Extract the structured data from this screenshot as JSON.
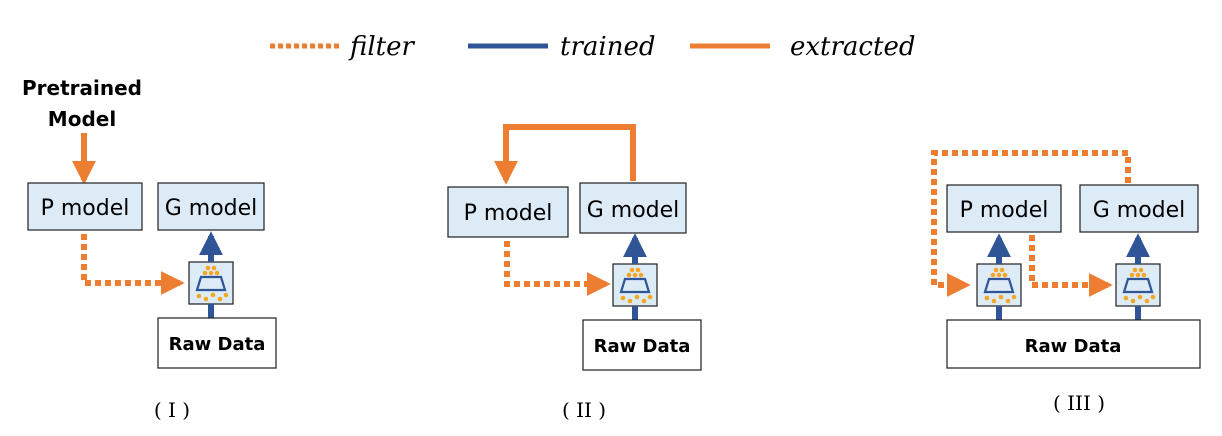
{
  "legend": {
    "filter_label": "filter",
    "trained_label": "trained",
    "extracted_label": "extracted"
  },
  "colors": {
    "orange": "#ED7D31",
    "blue": "#2F5597",
    "box_fill": "#DDEBF7",
    "box_stroke": "#1F1F1F",
    "dot": "#F5A623"
  },
  "panels": [
    {
      "pretrained_line1": "Pretrained",
      "pretrained_line2": "Model",
      "p_model": "P model",
      "g_model": "G model",
      "raw_data": "Raw Data",
      "caption": "( I )"
    },
    {
      "p_model": "P model",
      "g_model": "G model",
      "raw_data": "Raw Data",
      "caption": "( II )"
    },
    {
      "p_model": "P model",
      "g_model": "G model",
      "raw_data": "Raw Data",
      "caption": "( III )"
    }
  ]
}
